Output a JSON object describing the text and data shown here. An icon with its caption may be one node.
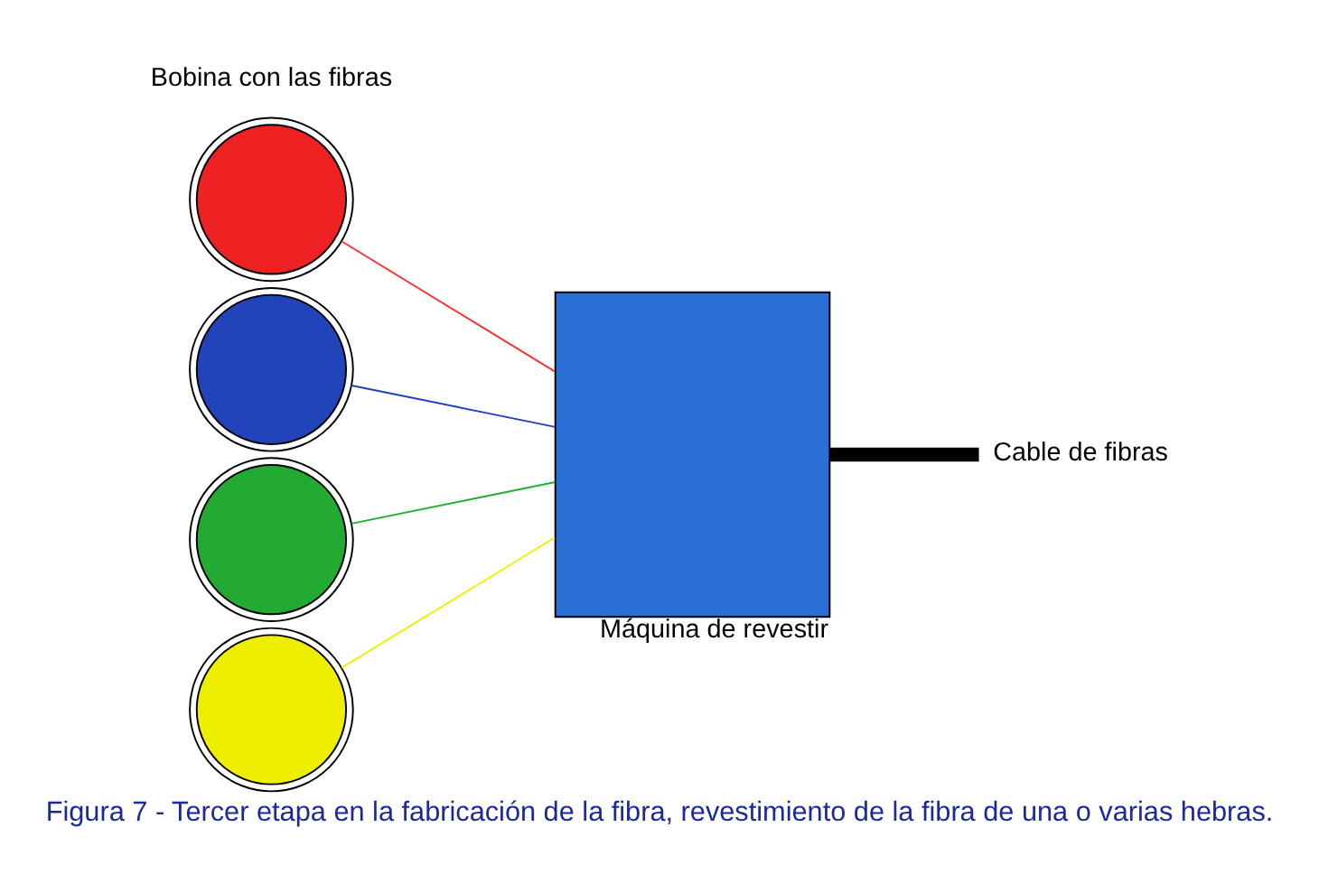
{
  "diagram": {
    "caption": "Figura 7 - Tercer etapa en la fabricación de la fibra, revestimiento de la fibra de una o varias hebras.",
    "nodes": [
      {
        "text": [],
        "shape": "circle"
      },
      {
        "text": [],
        "shape": "circle"
      },
      {
        "text": [],
        "shape": "circle"
      },
      {
        "text": [],
        "shape": "circle"
      },
      {
        "text": [
          "Máquina de revestir"
        ]
      },
      {
        "text": [
          "Cable de fibras"
        ]
      }
    ],
    "edges": [
      {
        "from": 0,
        "to": 4,
        "arrow": "none",
        "color": "#ff3030"
      },
      {
        "from": 1,
        "to": 4,
        "arrow": "none",
        "color": "#2040c0"
      },
      {
        "from": 2,
        "to": 4,
        "arrow": "none",
        "color": "#20b030"
      },
      {
        "from": 3,
        "to": 4,
        "arrow": "none",
        "color": "#f0f000"
      },
      {
        "from": 4,
        "to": 5,
        "arrow": "none",
        "style": "thick",
        "color": "#000000"
      }
    ],
    "labels": [
      "Bobina con las fibras"
    ]
  }
}
